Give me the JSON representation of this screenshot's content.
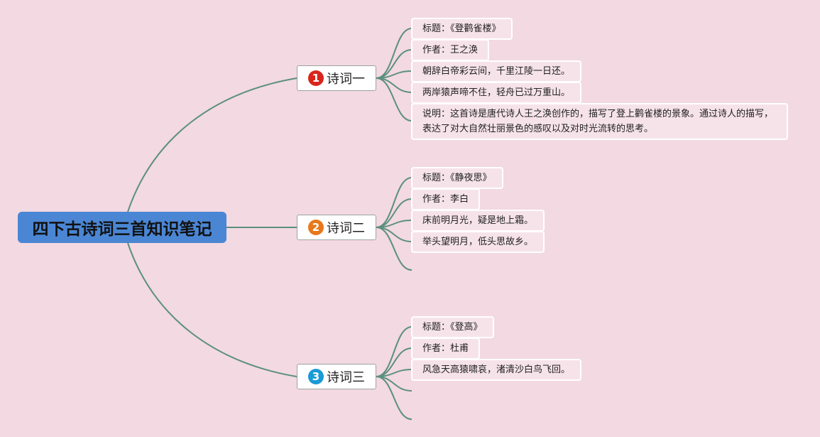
{
  "mindmap": {
    "root": {
      "label": "四下古诗词三首知识笔记",
      "color": "#4a86d4"
    },
    "link_color": "#5b8f7f",
    "branches": [
      {
        "number": "1",
        "label": "诗词一",
        "badge_color": "#d9261c",
        "leaves": [
          "标题：《登鹳雀楼》",
          "作者：王之涣",
          "朝辞白帝彩云间，千里江陵一日还。",
          "两岸猿声啼不住，轻舟已过万重山。",
          "说明：这首诗是唐代诗人王之涣创作的，描写了登上鹳雀楼的景象。通过诗人的描写，表达了对大自然壮丽景色的感叹以及对时光流转的思考。"
        ]
      },
      {
        "number": "2",
        "label": "诗词二",
        "badge_color": "#e8781a",
        "leaves": [
          "标题：《静夜思》",
          "作者：李白",
          "床前明月光，疑是地上霜。",
          "举头望明月，低头思故乡。"
        ]
      },
      {
        "number": "3",
        "label": "诗词三",
        "badge_color": "#1a9ad6",
        "leaves": [
          "标题：《登高》",
          "作者：杜甫",
          "风急天高猿啸哀，渚清沙白鸟飞回。"
        ]
      }
    ]
  }
}
